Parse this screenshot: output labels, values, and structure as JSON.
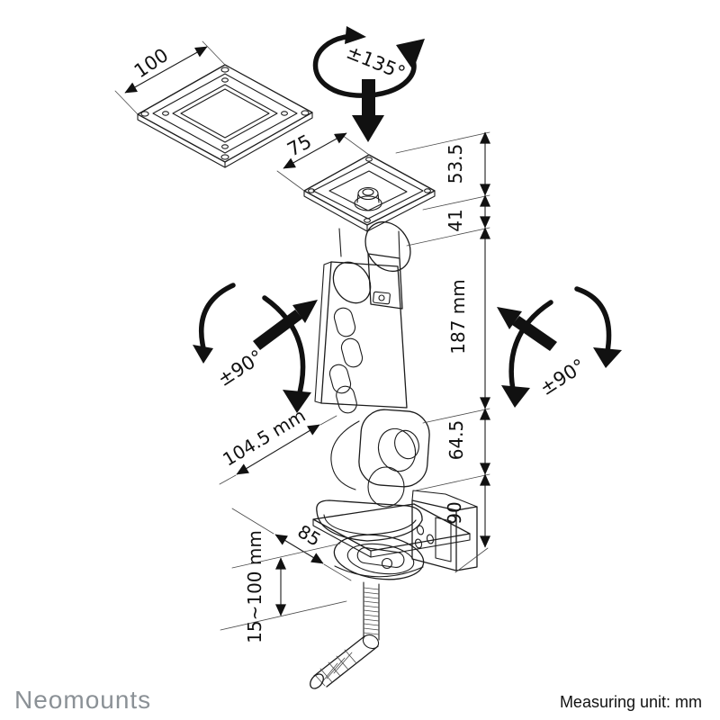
{
  "title": "Desk mount product dimension drawing",
  "dims": {
    "plate_width": "100",
    "vesa_width": "75",
    "rotation": "±135°",
    "top_offset": "53.5",
    "joint_height": "41",
    "column_height": "187 mm",
    "tilt_left": "±90°",
    "tilt_right": "±90°",
    "arm_depth": "104.5 mm",
    "pivot_height": "64.5",
    "clamp_height": "90",
    "clamp_depth": "85",
    "clamp_range": "15~100 mm"
  },
  "footer": {
    "brand": "Neomounts",
    "unit_note": "Measuring unit: mm"
  },
  "colors": {
    "line": "#1c1c1c",
    "arrow": "#111111",
    "brand_gray": "#8b9196",
    "background": "#ffffff"
  }
}
